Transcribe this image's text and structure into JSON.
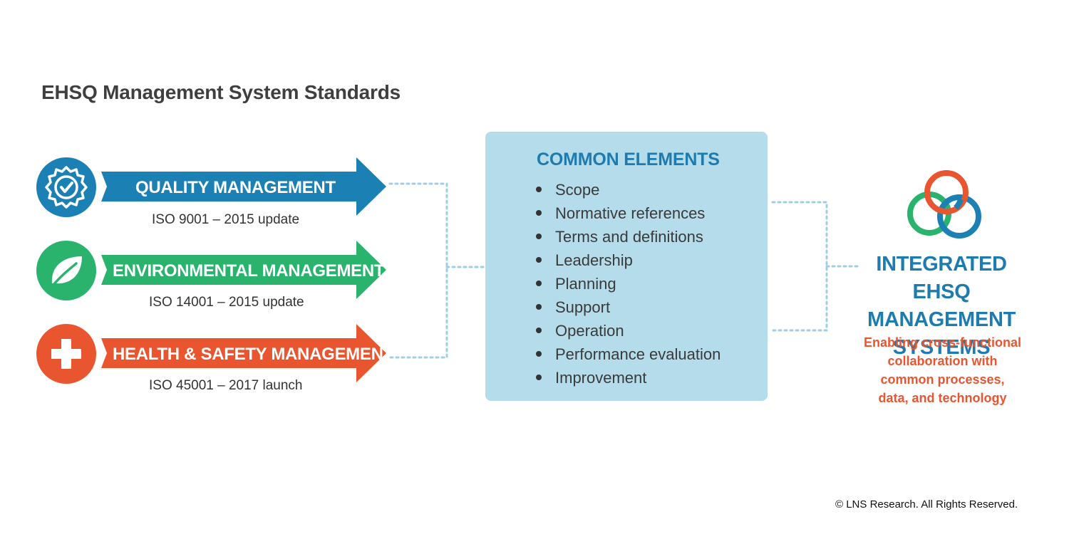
{
  "title": "EHSQ Management System Standards",
  "colors": {
    "quality": "#1b80b3",
    "environmental": "#29b36c",
    "health_safety": "#e8552f",
    "box": "#b5dcea",
    "accent_blue": "#1d7bb0",
    "accent_orange": "#e8552f"
  },
  "standards": [
    {
      "label": "QUALITY MANAGEMENT",
      "iso": "ISO 9001 – 2015 update",
      "icon": "badge-check-icon"
    },
    {
      "label": "ENVIRONMENTAL MANAGEMENT",
      "iso": "ISO 14001 – 2015 update",
      "icon": "leaf-icon"
    },
    {
      "label": "HEALTH & SAFETY MANAGEMENT",
      "iso": "ISO 45001 – 2017 launch",
      "icon": "plus-cross-icon"
    }
  ],
  "common": {
    "title": "COMMON ELEMENTS",
    "items": [
      "Scope",
      "Normative references",
      "Terms and definitions",
      "Leadership",
      "Planning",
      "Support",
      "Operation",
      "Performance evaluation",
      "Improvement"
    ]
  },
  "integrated": {
    "title_lines": [
      "INTEGRATED EHSQ",
      "MANAGEMENT",
      "SYSTEMS"
    ],
    "subtitle_lines": [
      "Enabling cross-functional",
      "collaboration with",
      "common processes,",
      "data, and technology"
    ],
    "icon": "interlocking-rings-icon"
  },
  "copyright": "© LNS Research. All Rights Reserved."
}
